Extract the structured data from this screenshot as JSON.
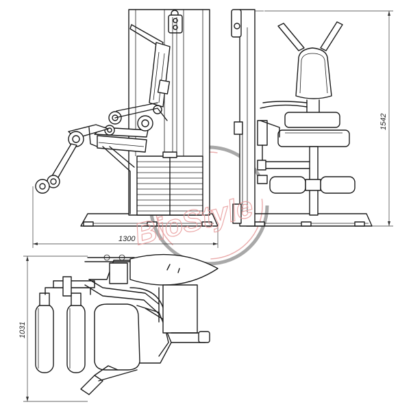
{
  "dimensions": {
    "width": "1300",
    "height": "1542",
    "depth": "1031"
  },
  "watermark": {
    "text": "BioStyle",
    "ring_color": "#9a9a9a",
    "text_color": "#e8a0a0"
  }
}
